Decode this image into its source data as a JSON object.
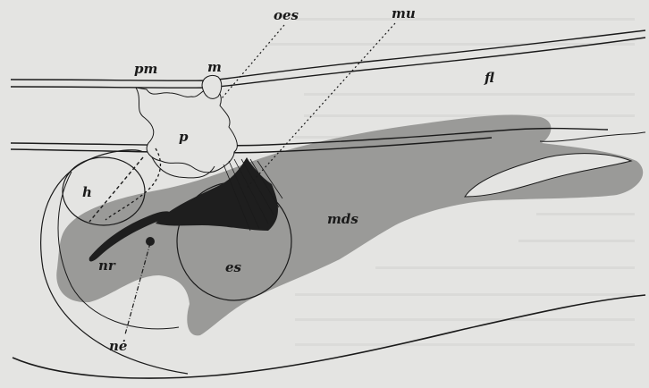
{
  "figure": {
    "colors": {
      "paper": "#e4e4e2",
      "ink": "#1a1a1a",
      "gland": "#9a9a98",
      "dark_tissue": "#1e1e1e"
    },
    "labels": {
      "oes": "oes",
      "mu": "mu",
      "pm": "pm",
      "m": "m",
      "fl": "fl",
      "p": "p",
      "h": "h",
      "mds": "mds",
      "nr": "nr",
      "es": "es",
      "ne": "nė"
    }
  }
}
